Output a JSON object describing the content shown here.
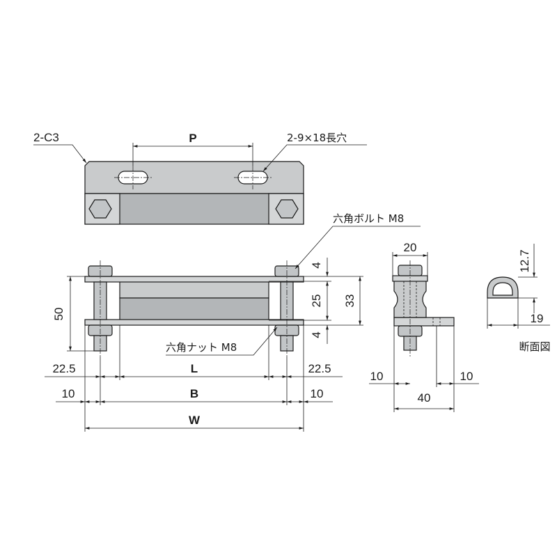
{
  "labels": {
    "chamfer": "2-C3",
    "slot_holes": "2-9×18長穴",
    "hex_bolt": "六角ボルト M8",
    "hex_nut": "六角ナット M8",
    "section_view": "断面図"
  },
  "dimensions": {
    "P": "P",
    "L": "L",
    "B": "B",
    "W": "W",
    "left_offset": "22.5",
    "right_offset": "22.5",
    "left_edge": "10",
    "right_edge": "10",
    "height": "50",
    "gap_top": "4",
    "gap_bottom": "4",
    "inner_height": "25",
    "outer_height": "33",
    "side_width": "20",
    "side_left": "10",
    "side_right": "10",
    "side_depth": "40",
    "sec_height": "12.7",
    "sec_width": "19"
  }
}
